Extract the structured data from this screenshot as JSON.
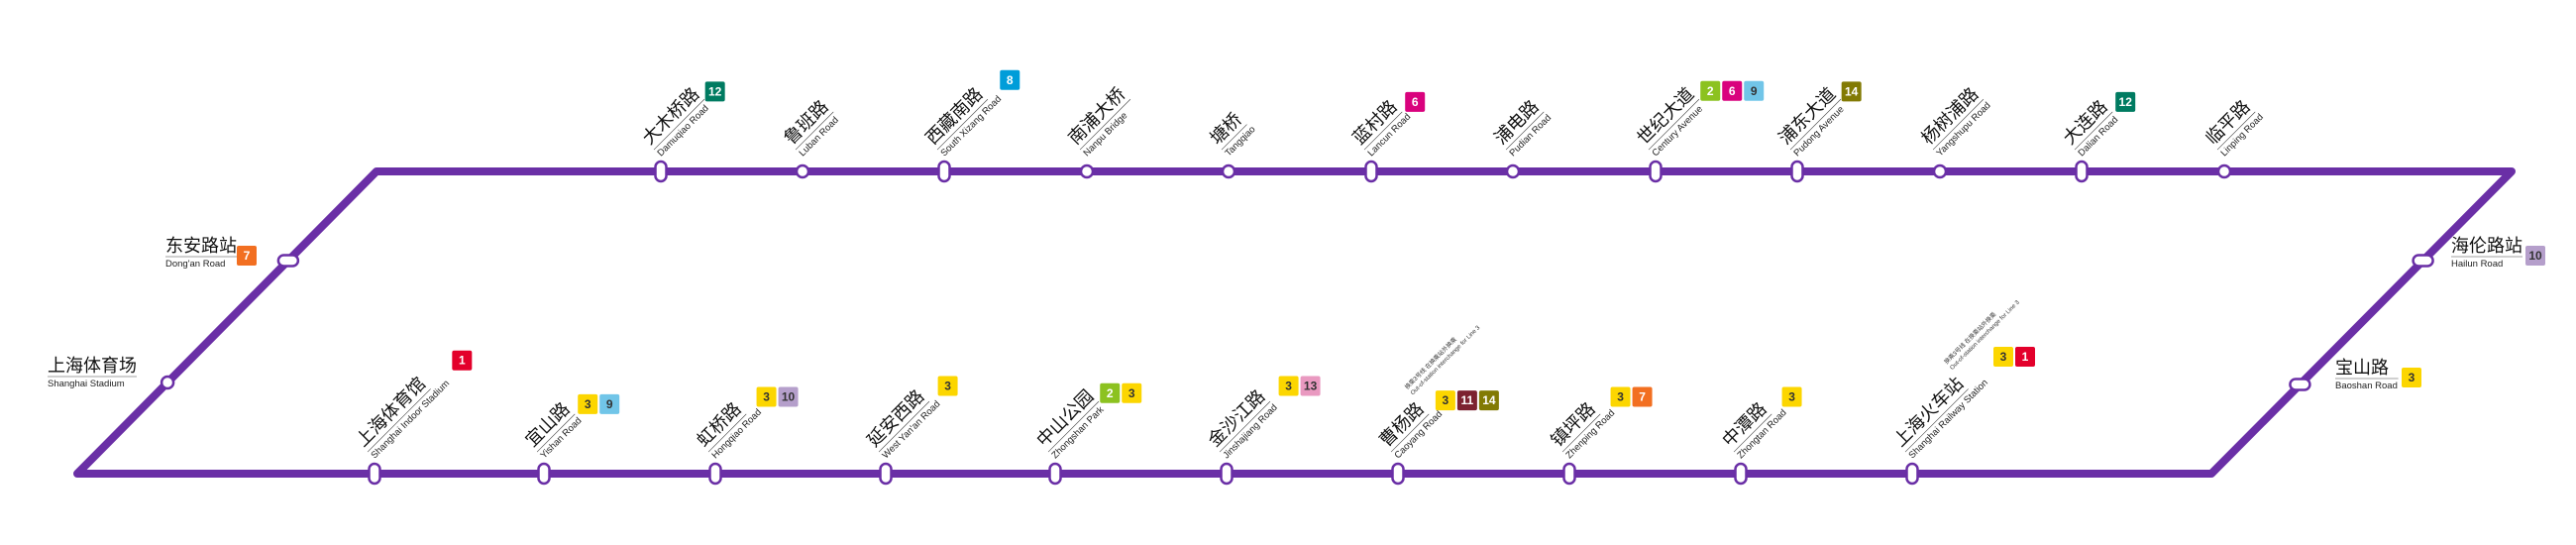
{
  "line_color": "#6a2fa6",
  "line_colors": {
    "1": "#e3002b",
    "2": "#8cc220",
    "3": "#fcd600",
    "6": "#d9027d",
    "7": "#f26f21",
    "8": "#009dd9",
    "9": "#71c5e8",
    "10": "#b59fcb",
    "11": "#7c2230",
    "12": "#007b61",
    "13": "#e999c0",
    "14": "#827a04"
  },
  "stations": [
    {
      "cn": "大木桥路",
      "en": "Damuqiao Road",
      "lines": [
        "12"
      ],
      "interchange": true
    },
    {
      "cn": "鲁班路",
      "en": "Luban Road",
      "lines": [],
      "interchange": false
    },
    {
      "cn": "西藏南路",
      "en": "South Xizang Road",
      "lines": [
        "8"
      ],
      "interchange": true
    },
    {
      "cn": "南浦大桥",
      "en": "Nanpu Bridge",
      "lines": [],
      "interchange": false
    },
    {
      "cn": "塘桥",
      "en": "Tangqiao",
      "lines": [],
      "interchange": false
    },
    {
      "cn": "蓝村路",
      "en": "Lancun Road",
      "lines": [
        "6"
      ],
      "interchange": true
    },
    {
      "cn": "浦电路",
      "en": "Pudian Road",
      "lines": [],
      "interchange": false
    },
    {
      "cn": "世纪大道",
      "en": "Century Avenue",
      "lines": [
        "2",
        "6",
        "9"
      ],
      "interchange": true
    },
    {
      "cn": "浦东大道",
      "en": "Pudong Avenue",
      "lines": [
        "14"
      ],
      "interchange": true
    },
    {
      "cn": "杨树浦路",
      "en": "Yangshupu Road",
      "lines": [],
      "interchange": false
    },
    {
      "cn": "大连路",
      "en": "Dalian Road",
      "lines": [
        "12"
      ],
      "interchange": true
    },
    {
      "cn": "临平路",
      "en": "Linping Road",
      "lines": [],
      "interchange": false
    },
    {
      "cn": "海伦路站",
      "en": "Hailun Road",
      "lines": [
        "10"
      ],
      "interchange": true
    },
    {
      "cn": "宝山路",
      "en": "Baoshan Road",
      "lines": [
        "3"
      ],
      "interchange": true
    },
    {
      "cn": "上海火车站",
      "en": "Shanghai Railway Station",
      "lines": [
        "3",
        "1"
      ],
      "interchange": true,
      "note_cn": "换乘3号线 在换乘站外换乘",
      "note_en": "Out-of-station interchange for Line 3"
    },
    {
      "cn": "中潭路",
      "en": "Zhongtan Road",
      "lines": [
        "3"
      ],
      "interchange": true
    },
    {
      "cn": "镇坪路",
      "en": "Zhenping Road",
      "lines": [
        "3",
        "7"
      ],
      "interchange": true
    },
    {
      "cn": "曹杨路",
      "en": "Caoyang Road",
      "lines": [
        "3",
        "11",
        "14"
      ],
      "interchange": true,
      "note_cn": "换乘3号线 在换乘站外换乘",
      "note_en": "Out-of-station interchange for Line 3"
    },
    {
      "cn": "金沙江路",
      "en": "Jinshajiang Road",
      "lines": [
        "3",
        "13"
      ],
      "interchange": true
    },
    {
      "cn": "中山公园",
      "en": "Zhongshan Park",
      "lines": [
        "2",
        "3"
      ],
      "interchange": true
    },
    {
      "cn": "延安西路",
      "en": "West Yan'an Road",
      "lines": [
        "3"
      ],
      "interchange": true
    },
    {
      "cn": "虹桥路",
      "en": "Hongqiao Road",
      "lines": [
        "3",
        "10"
      ],
      "interchange": true
    },
    {
      "cn": "宜山路",
      "en": "Yishan Road",
      "lines": [
        "3",
        "9"
      ],
      "interchange": true
    },
    {
      "cn": "上海体育馆",
      "en": "Shanghai Indoor Stadium",
      "lines": [
        "1"
      ],
      "interchange": true
    },
    {
      "cn": "上海体育场",
      "en": "Shanghai Stadium",
      "lines": [],
      "interchange": false
    },
    {
      "cn": "东安路站",
      "en": "Dong'an Road",
      "lines": [
        "7"
      ],
      "interchange": true
    }
  ]
}
